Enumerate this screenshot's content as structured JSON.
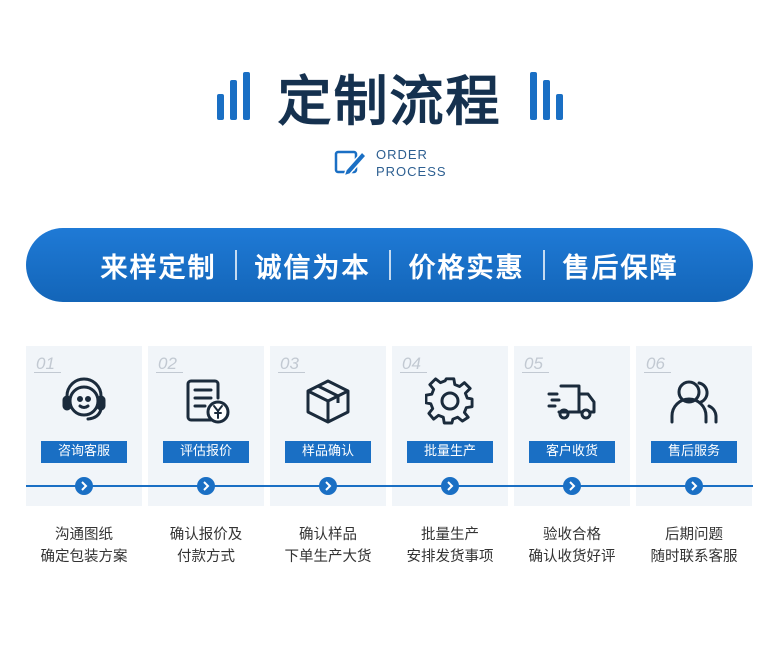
{
  "header": {
    "title": "定制流程",
    "subtitle_line1": "ORDER",
    "subtitle_line2": "PROCESS"
  },
  "banner": {
    "phrases": [
      "来样定制",
      "诚信为本",
      "价格实惠",
      "售后保障"
    ]
  },
  "steps": [
    {
      "num": "01",
      "label": "咨询客服",
      "icon": "headset-icon",
      "desc1": "沟通图纸",
      "desc2": "确定包装方案"
    },
    {
      "num": "02",
      "label": "评估报价",
      "icon": "quote-document-icon",
      "desc1": "确认报价及",
      "desc2": "付款方式"
    },
    {
      "num": "03",
      "label": "样品确认",
      "icon": "box-icon",
      "desc1": "确认样品",
      "desc2": "下单生产大货"
    },
    {
      "num": "04",
      "label": "批量生产",
      "icon": "gear-icon",
      "desc1": "批量生产",
      "desc2": "安排发货事项"
    },
    {
      "num": "05",
      "label": "客户收货",
      "icon": "delivery-truck-icon",
      "desc1": "验收合格",
      "desc2": "确认收货好评"
    },
    {
      "num": "06",
      "label": "售后服务",
      "icon": "users-icon",
      "desc1": "后期问题",
      "desc2": "随时联系客服"
    }
  ],
  "colors": {
    "accent": "#1a6fc4",
    "title": "#15314f",
    "card_bg": "#f1f5f9"
  }
}
